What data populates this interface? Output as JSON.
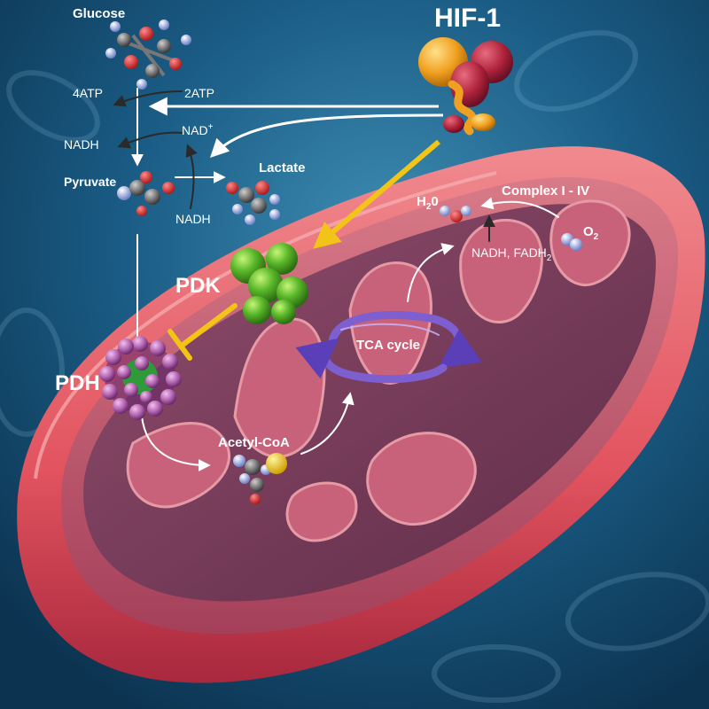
{
  "labels": {
    "glucose": "Glucose",
    "hif1": "HIF-1",
    "atp4": "4ATP",
    "atp2": "2ATP",
    "nadh_left": "NADH",
    "nad_plus": "NAD",
    "nad_plus_sup": "+",
    "pyruvate": "Pyruvate",
    "lactate": "Lactate",
    "nadh_lower": "NADH",
    "h2o_h": "H",
    "h2o_sub": "2",
    "h2o_o": "0",
    "complex": "Complex I - IV",
    "o2_o": "O",
    "o2_sub": "2",
    "nadh_fadh_main": "NADH, FADH",
    "nadh_fadh_sub": "2",
    "pdk": "PDK",
    "tca": "TCA cycle",
    "pdh": "PDH",
    "acetyl": "Acetyl-CoA"
  },
  "colors": {
    "background": "#0f4a6e",
    "mito_outer": "#e2545f",
    "mito_inner": "#b8485f",
    "matrix": "#7e3d5c",
    "hif_orange": "#f0a020",
    "hif_red": "#b0243c",
    "pdk_green": "#5ab82a",
    "pdh_purple": "#a04a9c",
    "inhibit_yellow": "#f2c418",
    "tca_purple": "#7d5fd0",
    "arrow_white": "#ffffff"
  }
}
